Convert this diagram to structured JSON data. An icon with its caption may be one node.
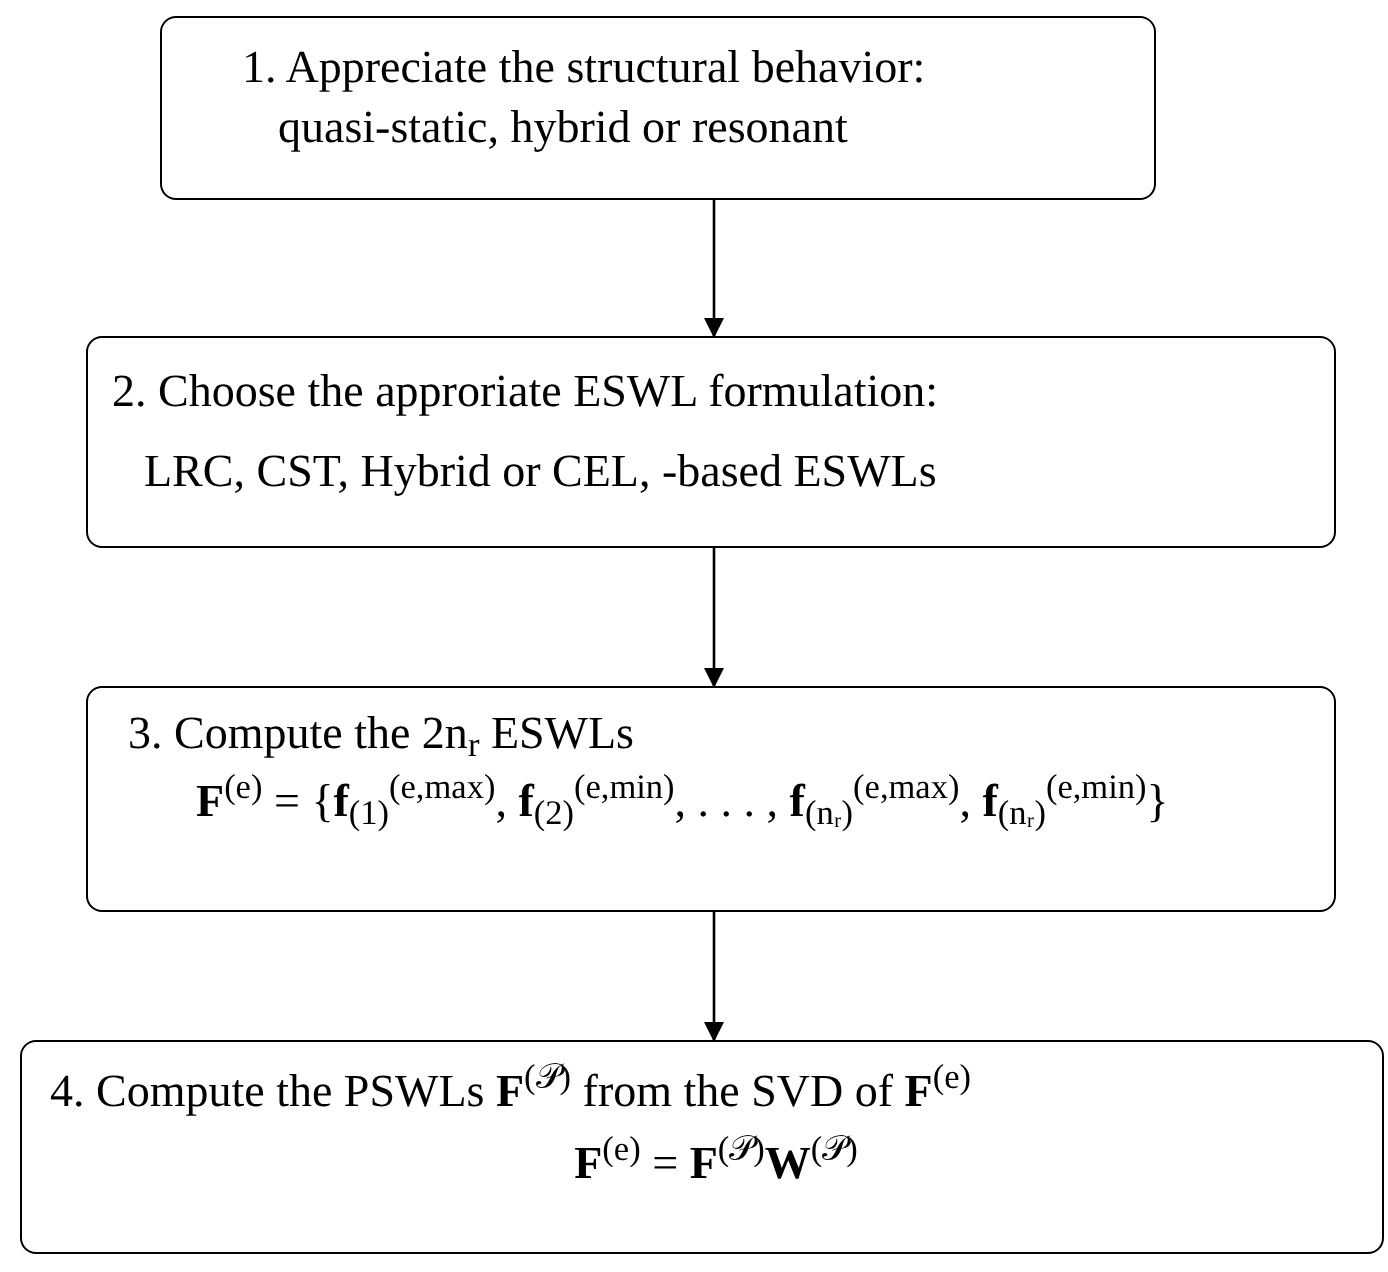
{
  "diagram": {
    "nodes": [
      {
        "text": [
          "1. Appreciate the structural behavior:",
          "quasi-static, hybrid or resonant"
        ]
      },
      {
        "text": [
          "2. Choose the approriate ESWL formulation:",
          "LRC, CST, Hybrid or CEL, -based ESWLs"
        ]
      },
      {
        "text": [
          "3. Compute the 2n$_{r}$ ESWLs",
          "**F**$^{(e)}$ = {**f**$_{(1)}$$^{(e,max)}$, **f**$_{(2)}$$^{(e,min)}$, . . . , **f**$_{(nᵣ)}$$^{(e,max)}$, **f**$_{(nᵣ)}$$^{(e,min)}$}"
        ]
      },
      {
        "text": [
          "4. Compute the PSWLs **F**$^{(𝒫)}$ from the SVD of **F**$^{(e)}$",
          "**F**$^{(e)}$ = **F**$^{(𝒫)}$**W**$^{(𝒫)}$"
        ]
      }
    ],
    "edges": [
      {
        "from": 0,
        "to": 1,
        "arrow": "to"
      },
      {
        "from": 1,
        "to": 2,
        "arrow": "to"
      },
      {
        "from": 2,
        "to": 3,
        "arrow": "to"
      }
    ]
  }
}
